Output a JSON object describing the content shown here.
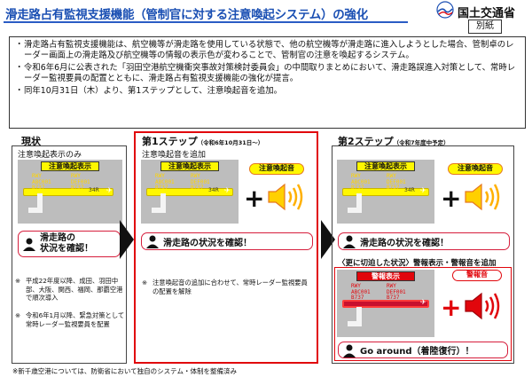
{
  "header": {
    "title": "滑走路占有監視支援機能（管制官に対する注意喚起システム）の強化",
    "ministry": "国土交通省",
    "annex": "別紙"
  },
  "intro": [
    {
      "bullet": "・",
      "text": "滑走路占有監視支援機能は、航空機等が滑走路を使用している状態で、他の航空機等が滑走路に進入しようとした場合、管制卓のレーダー画面上の滑走路及び航空機等の情報の表示色が変わることで、管制官の注意を喚起するシステム。"
    },
    {
      "bullet": "・",
      "text": "令和6年6月に公表された「羽田空港航空機衝突事故対策検討委員会」の中間取りまとめにおいて、滑走路誤進入対策として、常時レーダー監視要員の配置とともに、滑走路占有監視支援機能の強化が提言。"
    },
    {
      "bullet": "・",
      "text": "同年10月31日（木）より、第1ステップとして、注意喚起音を追加。"
    }
  ],
  "columns": {
    "current": {
      "heading": "現状",
      "sub": "注意喚起表示のみ",
      "banner": "注意喚起表示",
      "confirm_line1": "滑走路の",
      "confirm_line2": "状況を確認！",
      "notes": [
        {
          "mark": "※",
          "text": "平成22年度以降、成田、羽田中部、大阪、関西、福岡、那覇空港で順次導入"
        },
        {
          "mark": "※",
          "text": "令和6年1月以降、緊急対策として常時レーダー監視要員を配置"
        }
      ]
    },
    "step1": {
      "heading": "第1ステップ",
      "heading_small": "（令和6年10月31日～）",
      "sub": "注意喚起音を追加",
      "banner": "注意喚起表示",
      "sound_label": "注意喚起音",
      "confirm": "滑走路の状況を確認！",
      "notes": [
        {
          "mark": "※",
          "text": "注意喚起音の追加に合わせて、常時レーダー監視要員の配置を解除"
        }
      ]
    },
    "step2": {
      "heading": "第2ステップ",
      "heading_small": "（令和7年度中予定）",
      "banner": "注意喚起表示",
      "sound_label": "注意喚起音",
      "confirm": "滑走路の状況を確認！",
      "urgent_prefix": "〈更に切迫した状況〉",
      "urgent_rest": "警報表示・警報音を追加",
      "warn_banner": "警報表示",
      "warn_sound": "警報音",
      "go_around": "Go around（着陸復行）！"
    }
  },
  "radar": {
    "target1": [
      "RWY",
      "ABC001",
      "B737"
    ],
    "target2": [
      "RWY",
      "DEF001",
      "B737"
    ],
    "runway_label": "34R"
  },
  "footer": "※新千歳空港については、防衛省において独自のシステム・体制を整備済み",
  "colors": {
    "title_blue": "#1a4fb3",
    "alert_red": "#e1060c",
    "runway_yellow": "#fff700",
    "sound_orange": "#e5781e"
  }
}
